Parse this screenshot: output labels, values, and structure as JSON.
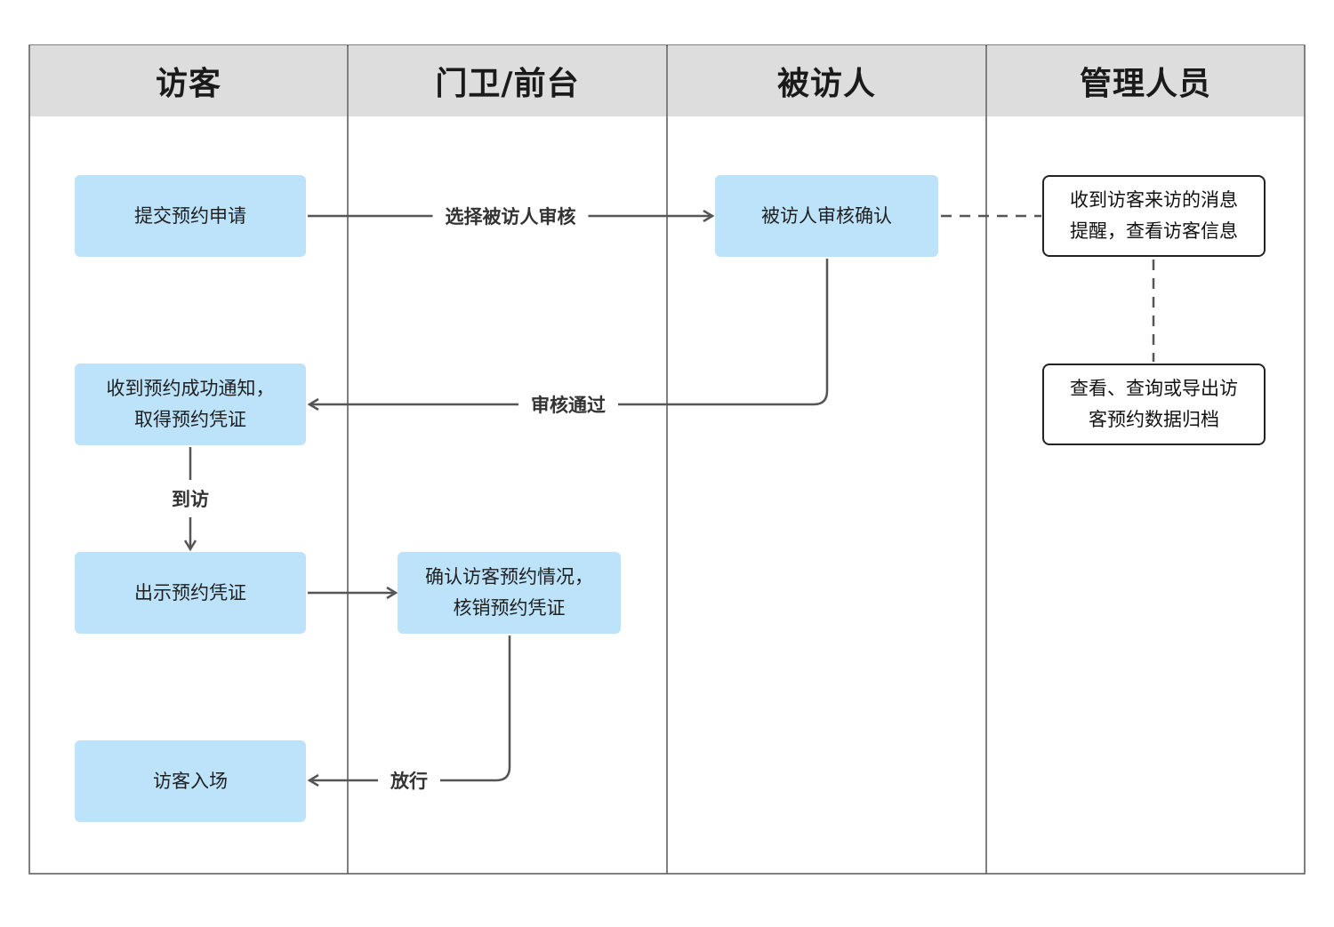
{
  "lanes": [
    {
      "title": "访客"
    },
    {
      "title": "门卫/前台"
    },
    {
      "title": "被访人"
    },
    {
      "title": "管理人员"
    }
  ],
  "nodes": {
    "submit": "提交预约申请",
    "host_confirm": "被访人审核确认",
    "admin_notice": "收到访客来访的消息\n提醒，查看访客信息",
    "receive_notice": "收到预约成功通知，\n取得预约凭证",
    "admin_export": "查看、查询或导出访\n客预约数据归档",
    "show_voucher": "出示预约凭证",
    "verify": "确认访客预约情况，\n核销预约凭证",
    "enter": "访客入场"
  },
  "edges": {
    "select_host": "选择被访人审核",
    "approved": "审核通过",
    "arrive": "到访",
    "release": "放行"
  },
  "colors": {
    "node_fill": "#bde3fb",
    "header_fill": "#dddddd",
    "line": "#555555"
  }
}
